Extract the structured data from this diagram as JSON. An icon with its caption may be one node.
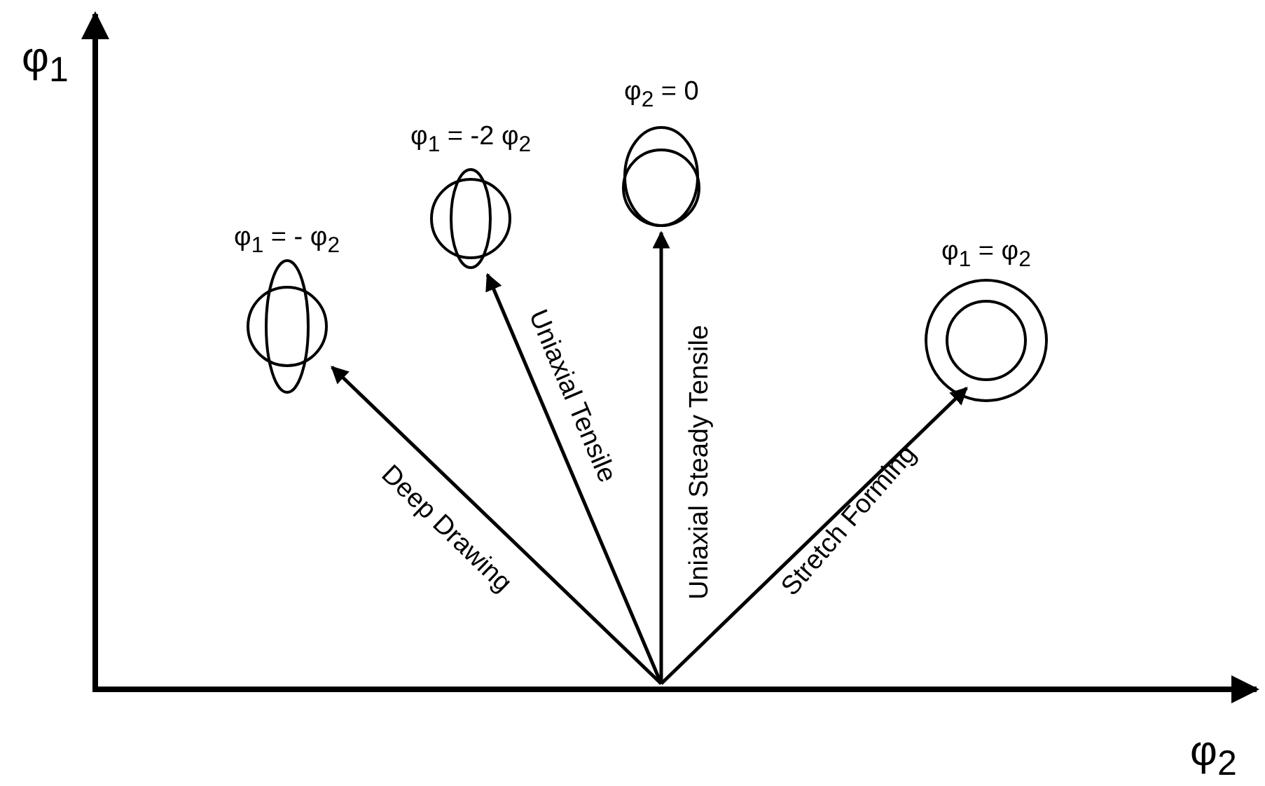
{
  "diagram": {
    "nodes": [
      {
        "text": [],
        "shape": "circle",
        "beside": [
          "φ$_{1}$ = - φ$_{2}$"
        ]
      },
      {
        "text": [],
        "shape": "circle",
        "beside": [
          "φ$_{1}$ = -2 φ$_{2}$"
        ]
      },
      {
        "text": [],
        "shape": "circle",
        "beside": [
          "φ$_{2}$ = 0"
        ]
      },
      {
        "text": [],
        "shape": "circle",
        "beside": [
          "φ$_{1}$ = φ$_{2}$"
        ]
      }
    ],
    "edges": [
      {
        "from": null,
        "to": 0,
        "arrow": "to",
        "label": "Deep Drawing"
      },
      {
        "from": null,
        "to": 1,
        "arrow": "to",
        "label": "Uniaxial Tensile"
      },
      {
        "from": null,
        "to": 2,
        "arrow": "to",
        "label": "Uniaxial Steady Tensile"
      },
      {
        "from": null,
        "to": 3,
        "arrow": "to",
        "label": "Stretch Forming"
      }
    ],
    "labels": [
      "φ$_{1}$",
      "φ$_{2}$"
    ]
  }
}
